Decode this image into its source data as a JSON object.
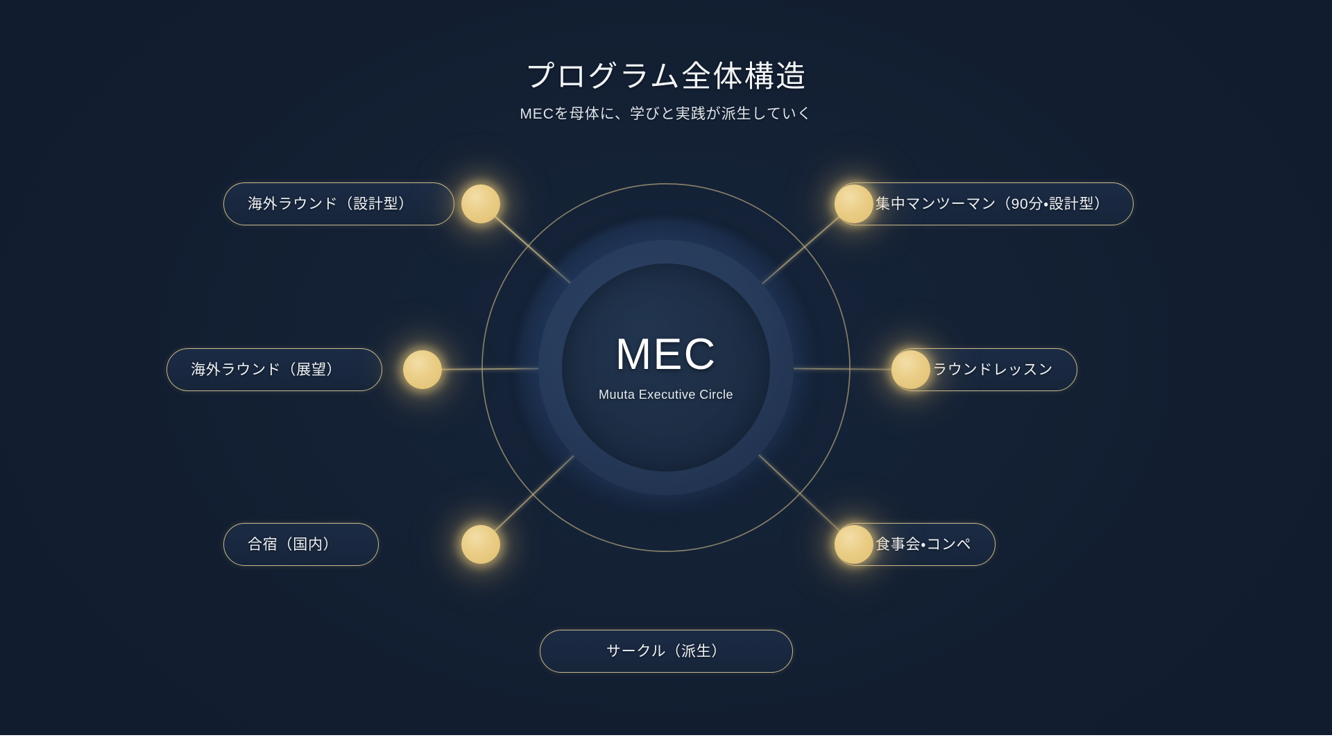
{
  "header": {
    "title": "プログラム全体構造",
    "subtitle": "MECを母体に、学びと実践が派生していく"
  },
  "core": {
    "title": "MEC",
    "subtitle": "Muuta Executive Circle"
  },
  "nodes": [
    {
      "id": "overseas-round-design",
      "label": "海外ラウンド（設計型）",
      "position": "top-left"
    },
    {
      "id": "intensive-one-on-one",
      "label": "集中マンツーマン（90分・設計型）",
      "position": "top-right"
    },
    {
      "id": "overseas-round-outlook",
      "label": "海外ラウンド（展望）",
      "position": "left"
    },
    {
      "id": "round-lesson",
      "label": "ラウンドレッスン",
      "position": "right"
    },
    {
      "id": "camp-domestic",
      "label": "合宿（国内）",
      "position": "bottom-left"
    },
    {
      "id": "dinner-competition",
      "label": "食事会・コンペ",
      "position": "bottom-right"
    },
    {
      "id": "circle-derivative",
      "label": "サークル（派生）",
      "position": "bottom"
    }
  ],
  "colors": {
    "background": "#121e30",
    "core_disc": "#1d2e45",
    "core_halo": "#273b5b",
    "gold_dot": "#eacd86",
    "pill_border": "#c9b98a",
    "pill_fill": "#1a2a40",
    "text_primary": "#f2f5f8",
    "orbit_ring": "#b9a97f"
  }
}
